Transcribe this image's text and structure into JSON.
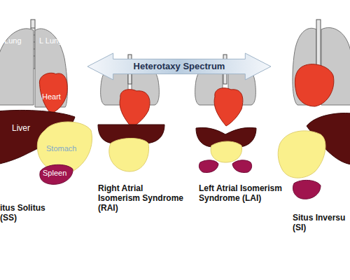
{
  "diagram": {
    "nodes": [
      {
        "text": [
          "Heterotaxy Spectrum"
        ]
      },
      {
        "text": [
          "t Lung"
        ]
      },
      {
        "text": [
          "L Lung"
        ]
      },
      {
        "text": [
          "Heart"
        ]
      },
      {
        "text": [
          "Liver"
        ]
      },
      {
        "text": [
          "Stomach"
        ]
      },
      {
        "text": [
          "Spleen"
        ]
      }
    ],
    "labels": [
      "itus Solitus (SS)",
      "Right Atrial Isomerism Syndrome (RAI)",
      "Left Atrial Isomerism Syndrome (LAI)",
      "Situs Inversu (SI)"
    ]
  }
}
